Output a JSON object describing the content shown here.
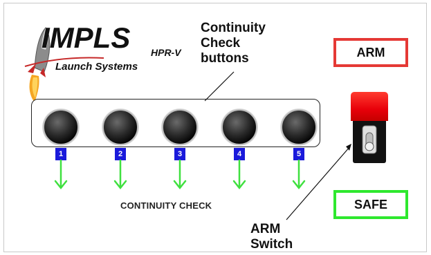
{
  "logo": {
    "title": "IMPLS",
    "subtitle": "Launch Systems",
    "model": "HPR-V"
  },
  "annotations": {
    "continuity_buttons": "Continuity\nCheck\nbuttons",
    "arm_switch": "ARM\nSwitch"
  },
  "panel": {
    "label": "CONTINUITY CHECK",
    "buttons": [
      "1",
      "2",
      "3",
      "4",
      "5"
    ]
  },
  "status": {
    "arm": "ARM",
    "safe": "SAFE"
  },
  "colors": {
    "arm_border": "#e53935",
    "safe_border": "#2ee82e",
    "number_badge": "#1a1adb",
    "arrow": "#3fe03f",
    "toggle_cap": "#e8000a"
  }
}
